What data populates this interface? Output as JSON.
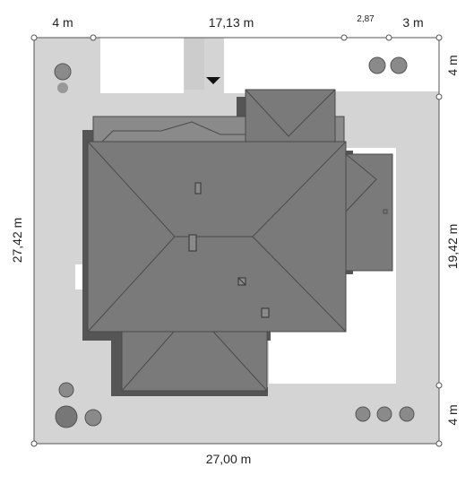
{
  "dimensions": {
    "top_left": "4 m",
    "top_middle": "17,13 m",
    "top_small": "2,87",
    "top_right": "3 m",
    "left_total": "27,42 m",
    "right_top": "4 m",
    "right_middle": "19,42 m",
    "right_bottom": "4 m",
    "bottom_total": "27,00 m"
  },
  "colors": {
    "plot": "#d4d4d4",
    "roof": "#7a7a7a",
    "roof_edge": "#4a4a4a",
    "shadow": "#5a5a5a",
    "driveway": "#d4d4d4",
    "tree": "#8a8a8a"
  }
}
